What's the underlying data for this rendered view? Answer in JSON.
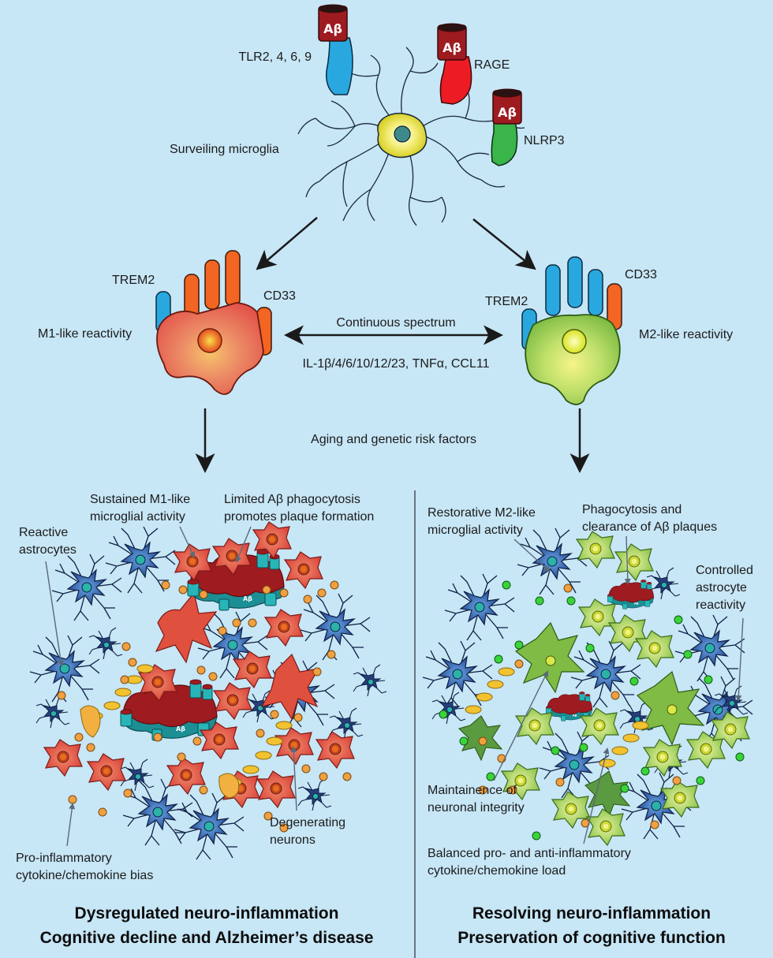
{
  "top": {
    "receptors": {
      "tlr": "TLR2, 4, 6, 9",
      "rage": "RAGE",
      "nlrp3": "NLRP3"
    },
    "ab_label": "Aβ",
    "microglia_label": "Surveiling microglia"
  },
  "middle": {
    "m1_label": "M1-like reactivity",
    "m2_label": "M2-like reactivity",
    "trem2": "TREM2",
    "cd33": "CD33",
    "spectrum": "Continuous spectrum",
    "cytokines": "IL-1β/4/6/10/12/23, TNFα, CCL11",
    "aging": "Aging and genetic risk factors"
  },
  "left_panel": {
    "sustained_line1": "Sustained M1-like",
    "sustained_line2": "microglial activity",
    "limited_line1": "Limited Aβ phagocytosis",
    "limited_line2": "promotes plaque formation",
    "reactive_line1": "Reactive",
    "reactive_line2": "astrocytes",
    "degenerating_line1": "Degenerating",
    "degenerating_line2": "neurons",
    "proinf_line1": "Pro-inflammatory",
    "proinf_line2": "cytokine/chemokine bias",
    "title_line1": "Dysregulated neuro-inflammation",
    "title_line2": "Cognitive decline and Alzheimer’s disease"
  },
  "right_panel": {
    "restorative_line1": "Restorative M2-like",
    "restorative_line2": "microglial activity",
    "phago_line1": "Phagocytosis and",
    "phago_line2": "clearance of Aβ plaques",
    "controlled_line1": "Controlled",
    "controlled_line2": "astrocyte",
    "controlled_line3": "reactivity",
    "maint_line1": "Maintainence of",
    "maint_line2": "neuronal integrity",
    "balanced_line1": "Balanced pro- and anti-inflammatory",
    "balanced_line2": "cytokine/chemokine load",
    "title_line1": "Resolving neuro-inflammation",
    "title_line2": "Preservation of cognitive function"
  },
  "colors": {
    "background": "#c7e6f6",
    "m1_red": "#e8574a",
    "m2_green": "#8cc63f",
    "receptor_blue": "#29a8e0",
    "receptor_orange": "#f26522",
    "receptor_red": "#ed1c24",
    "receptor_green": "#39b54a",
    "ab_dark_red": "#9e1b20",
    "plaque_teal": "#1fa5a5",
    "astrocyte_blue": "#3a6ab0"
  }
}
